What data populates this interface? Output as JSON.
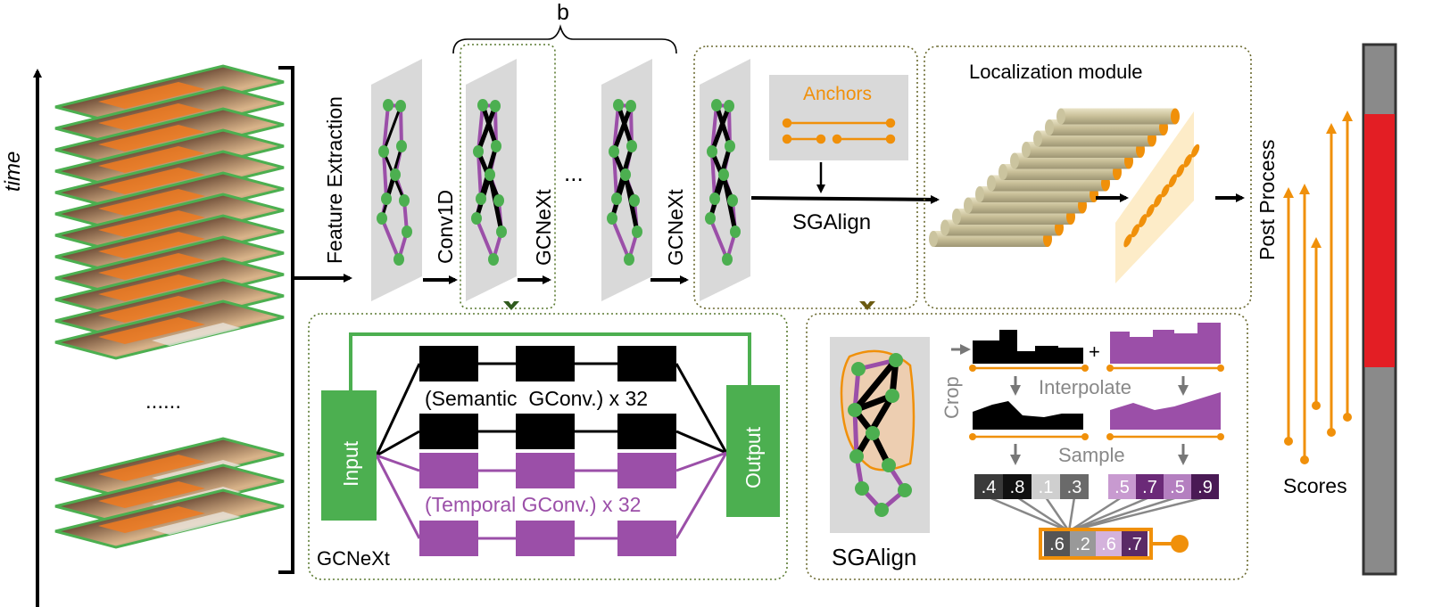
{
  "time_label": "time",
  "ellipsis_frames": "......",
  "b_label": "b",
  "feature_extraction": "Feature Extraction",
  "conv1d": "Conv1D",
  "gcnext_1": "GCNeXt",
  "gcnext_2": "GCNeXt",
  "dots": "...",
  "anchors": "Anchors",
  "sgalign_top": "SGAlign",
  "localization_module": "Localization module",
  "post_process": "Post Process",
  "scores": "Scores",
  "gcnext_panel": {
    "input": "Input",
    "output": "Output",
    "semantic": "(Semantic  GConv.) x 32",
    "temporal": "(Temporal GConv.) x 32",
    "title": "GCNeXt"
  },
  "sgalign_panel": {
    "title": "SGAlign",
    "crop": "Crop",
    "plus": "+",
    "interpolate": "Interpolate",
    "sample": "Sample",
    "black_values": [
      ".4",
      ".8",
      ".1",
      ".3"
    ],
    "purple_values": [
      ".5",
      ".7",
      ".5",
      ".9"
    ],
    "output_values": [
      ".6",
      ".2",
      ".6",
      ".7"
    ]
  },
  "colors": {
    "green": "#4caf50",
    "purple": "#9b4fa8",
    "orange": "#f0900a",
    "red": "#e31e24",
    "gray_bar": "#8a8a8a",
    "panel_border": "#5a7a30"
  }
}
